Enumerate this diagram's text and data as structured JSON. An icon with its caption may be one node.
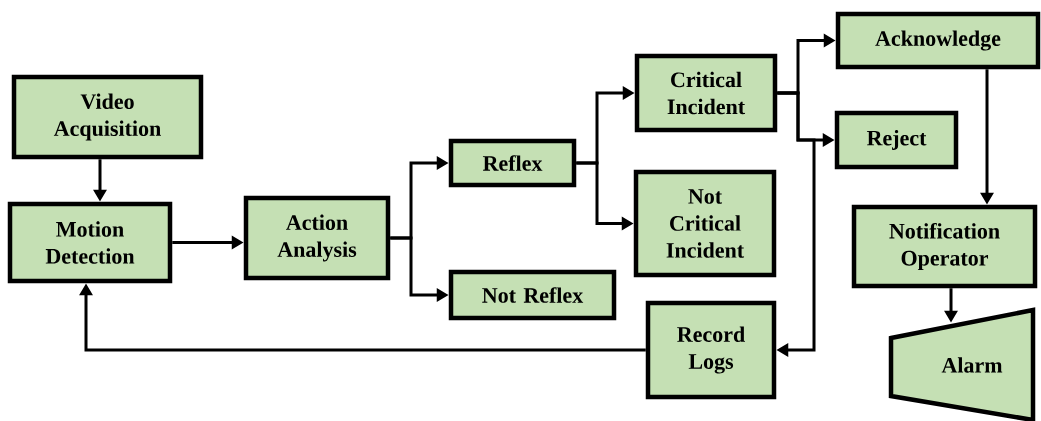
{
  "diagram": {
    "nodes": [
      {
        "text": [
          "Video Acquisition"
        ]
      },
      {
        "text": [
          "Motion Detection"
        ]
      },
      {
        "text": [
          "Action Analysis"
        ]
      },
      {
        "text": [
          "Reflex"
        ]
      },
      {
        "text": [
          "Not Reflex"
        ]
      },
      {
        "text": [
          "Critical Incident"
        ]
      },
      {
        "text": [
          "Not Critical Incident"
        ]
      },
      {
        "text": [
          "Acknowledge"
        ]
      },
      {
        "text": [
          "Reject"
        ]
      },
      {
        "text": [
          "Notification Operator"
        ]
      },
      {
        "text": [
          "Record Logs"
        ]
      },
      {
        "text": [
          "Alarm"
        ]
      }
    ],
    "edges": [
      {
        "from": 0,
        "to": 1,
        "arrow": "to"
      },
      {
        "from": 1,
        "to": 2,
        "arrow": "to"
      },
      {
        "from": 2,
        "to": 3,
        "arrow": "to"
      },
      {
        "from": 2,
        "to": 4,
        "arrow": "to"
      },
      {
        "from": 3,
        "to": 5,
        "arrow": "to"
      },
      {
        "from": 3,
        "to": 6,
        "arrow": "to"
      },
      {
        "from": 5,
        "to": 7,
        "arrow": "to"
      },
      {
        "from": 5,
        "to": 8,
        "arrow": "to"
      },
      {
        "from": 5,
        "to": 10,
        "arrow": "to"
      },
      {
        "from": 7,
        "to": 9,
        "arrow": "to"
      },
      {
        "from": 9,
        "to": 11,
        "arrow": "to"
      },
      {
        "from": 10,
        "to": 1,
        "arrow": "to"
      }
    ]
  }
}
